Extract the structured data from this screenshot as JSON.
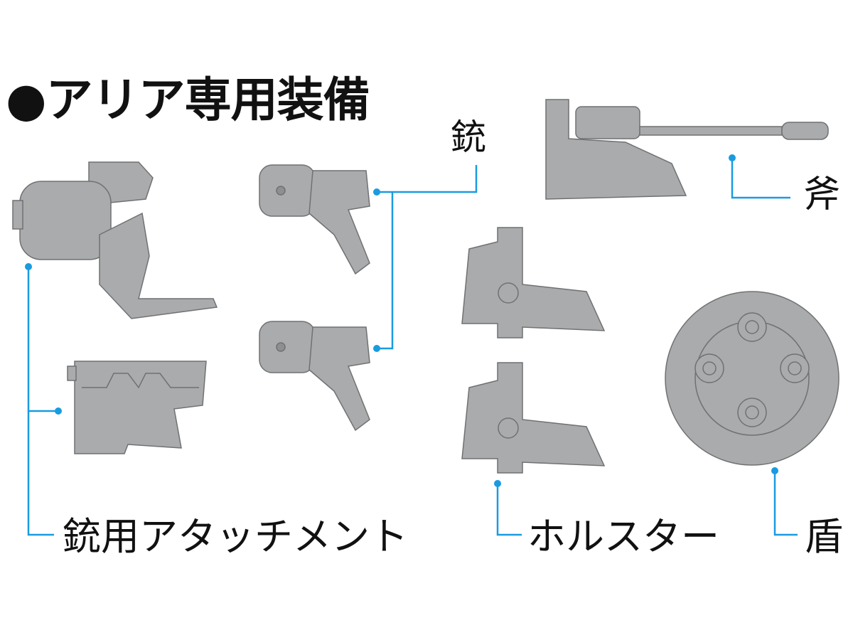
{
  "title": "●アリア専用装備",
  "labels": {
    "gun": "銃",
    "axe": "斧",
    "attachment": "銃用アタッチメント",
    "holster": "ホルスター",
    "shield": "盾"
  },
  "colors": {
    "leader_line": "#1a9be0",
    "part_fill": "#a9abac",
    "part_stroke": "#6f7173"
  }
}
